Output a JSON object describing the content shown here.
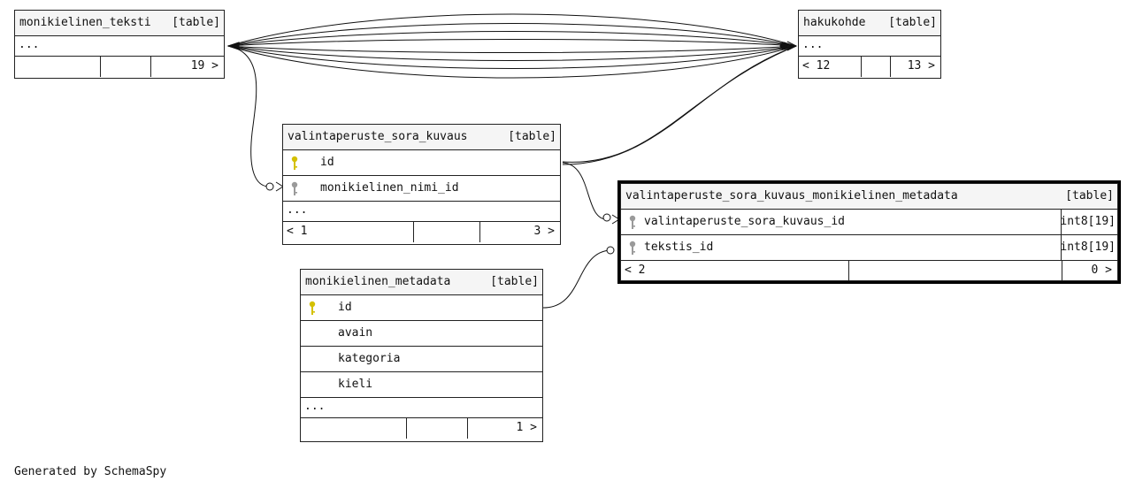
{
  "colors": {
    "primary_key_icon": "#d4c000",
    "foreign_key_icon": "#9a9a9a",
    "line": "#111111"
  },
  "tables": {
    "monikielinen_teksti": {
      "name": "monikielinen_teksti",
      "type": "[table]",
      "ellipsis": "...",
      "footer": {
        "left": "",
        "right": "19 >"
      }
    },
    "hakukohde": {
      "name": "hakukohde",
      "type": "[table]",
      "ellipsis": "...",
      "footer": {
        "left": "< 12",
        "right": "13 >"
      }
    },
    "valintaperuste_sora_kuvaus": {
      "name": "valintaperuste_sora_kuvaus",
      "type": "[table]",
      "columns": [
        {
          "name": "id",
          "icon": "primary-key-icon"
        },
        {
          "name": "monikielinen_nimi_id",
          "icon": "foreign-key-icon"
        }
      ],
      "ellipsis": "...",
      "footer": {
        "left": "< 1",
        "right": "3 >"
      }
    },
    "valintaperuste_sora_kuvaus_monikielinen_metadata": {
      "name": "valintaperuste_sora_kuvaus_monikielinen_metadata",
      "type": "[table]",
      "columns": [
        {
          "name": "valintaperuste_sora_kuvaus_id",
          "icon": "foreign-key-icon",
          "type": "int8[19]"
        },
        {
          "name": "tekstis_id",
          "icon": "foreign-key-icon",
          "type": "int8[19]"
        }
      ],
      "footer": {
        "left": "< 2",
        "right": "0 >"
      }
    },
    "monikielinen_metadata": {
      "name": "monikielinen_metadata",
      "type": "[table]",
      "columns": [
        {
          "name": "id",
          "icon": "primary-key-icon"
        },
        {
          "name": "avain",
          "icon": ""
        },
        {
          "name": "kategoria",
          "icon": ""
        },
        {
          "name": "kieli",
          "icon": ""
        }
      ],
      "ellipsis": "...",
      "footer": {
        "left": "",
        "right": "1 >"
      }
    }
  },
  "credit": "Generated by SchemaSpy"
}
